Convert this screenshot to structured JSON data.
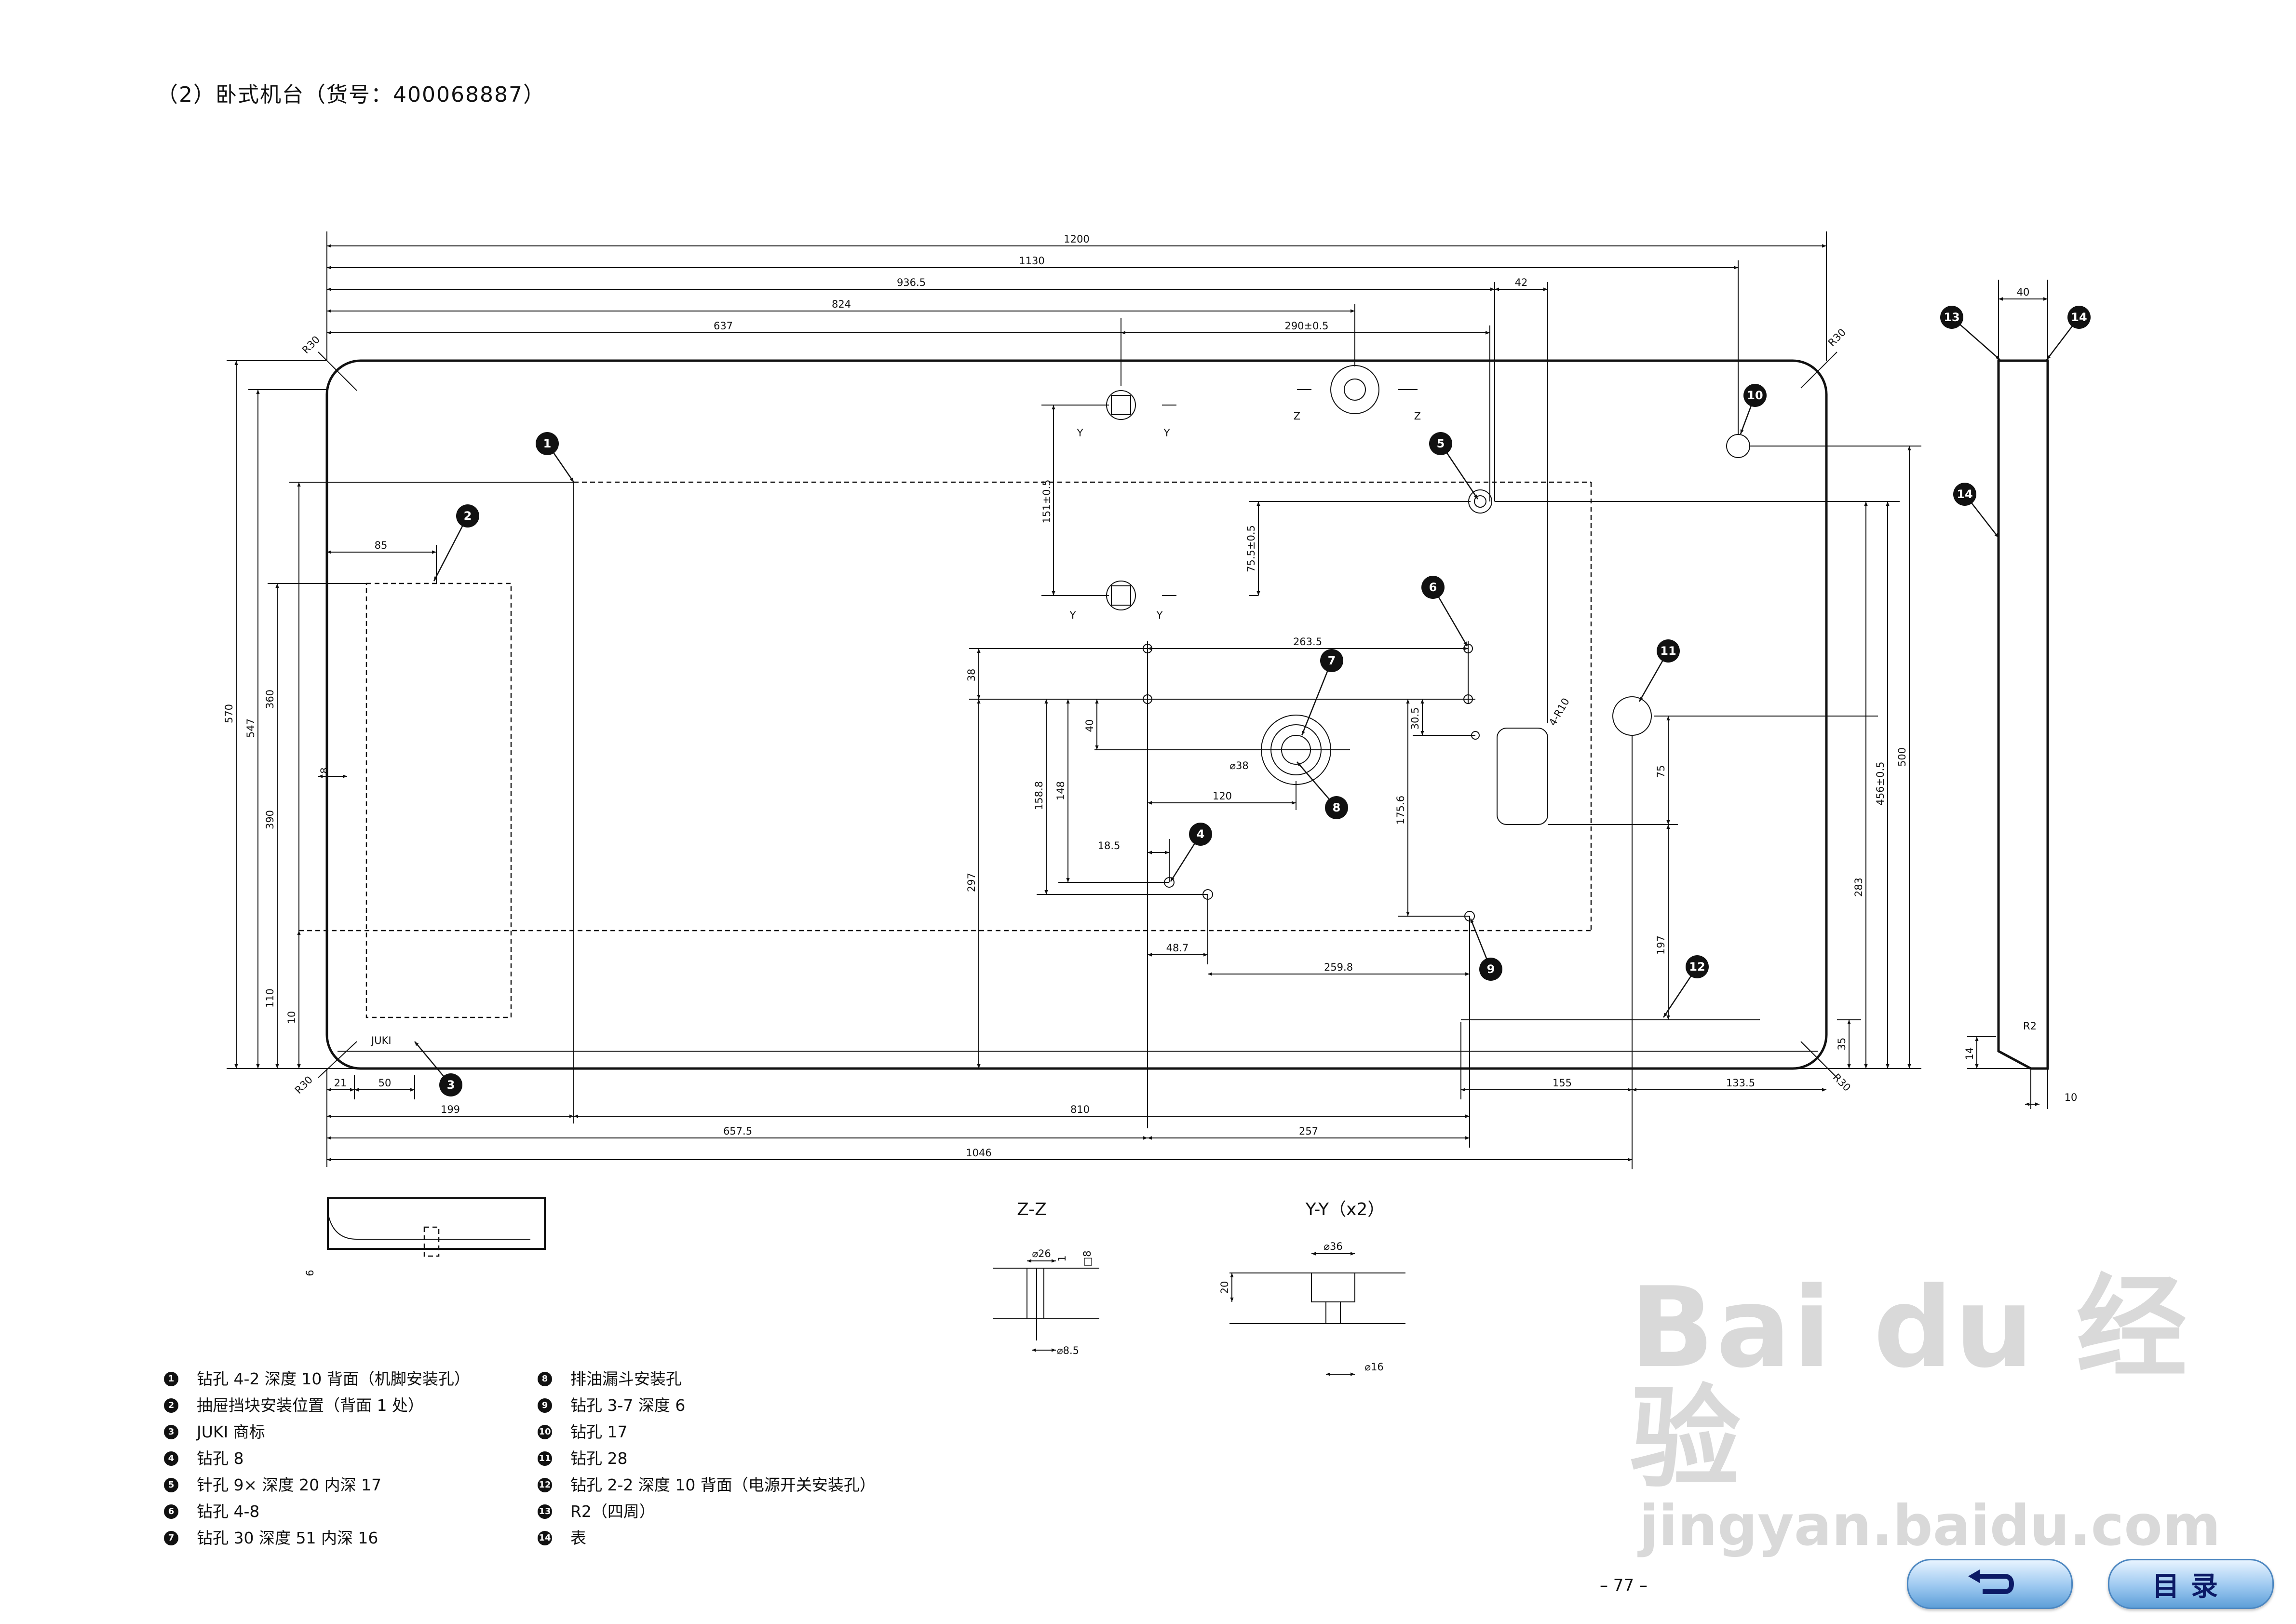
{
  "title": "（2）卧式机台（货号：400068887）",
  "dimensions": {
    "d1200": "1200",
    "d1130": "1130",
    "d936_5": "936.5",
    "d824": "824",
    "d637": "637",
    "d290": "290±0.5",
    "d42": "42",
    "d570": "570",
    "d547": "547",
    "d360": "360",
    "d390": "390",
    "d110": "110",
    "d10a": "10",
    "d85": "85",
    "d151": "151±0.5",
    "d75_5": "75.5±0.5",
    "d263_5": "263.5",
    "d38": "38",
    "d40v": "40",
    "d30_5": "30.5",
    "d158_8": "158.8",
    "d148": "148",
    "d297": "297",
    "d175_6": "175.6",
    "d18_5": "18.5",
    "d120": "120",
    "d48_7": "48.7",
    "d259_8": "259.8",
    "dia38": "⌀38",
    "r4": "4-R10",
    "d75": "75",
    "d197": "197",
    "d283": "283",
    "d456": "456±0.5",
    "d500": "500",
    "d35": "35",
    "d155": "155",
    "d133_5": "133.5",
    "d21": "21",
    "d50": "50",
    "d199": "199",
    "d810": "810",
    "d657_5": "657.5",
    "d257": "257",
    "d1046": "1046",
    "d40side": "40",
    "d14": "14",
    "r2": "R2",
    "d10side": "10",
    "d6": "6",
    "r30a": "R30",
    "r30b": "R30",
    "r30c": "R30",
    "r30d": "R30",
    "d_small": "8",
    "logo": "JUKI"
  },
  "section_marks": {
    "z": "Z",
    "y": "Y"
  },
  "sections": {
    "zz_title": "Z-Z",
    "zz_d26": "⌀26",
    "zz_d1": "1",
    "zz_d8": "□8",
    "zz_d85": "⌀8.5",
    "yy_title": "Y-Y（x2）",
    "yy_d36": "⌀36",
    "yy_d20": "20",
    "yy_d16": "⌀16"
  },
  "callouts": [
    "1",
    "2",
    "3",
    "4",
    "5",
    "6",
    "7",
    "8",
    "9",
    "10",
    "11",
    "12",
    "13",
    "14"
  ],
  "legend": [
    {
      "num": "1",
      "text": "钻孔 4-2 深度 10 背面（机脚安装孔）"
    },
    {
      "num": "2",
      "text": "抽屉挡块安装位置（背面 1 处）"
    },
    {
      "num": "3",
      "text": "JUKI 商标"
    },
    {
      "num": "4",
      "text": "钻孔 8"
    },
    {
      "num": "5",
      "text": "针孔 9× 深度 20 内深 17"
    },
    {
      "num": "6",
      "text": "钻孔 4-8"
    },
    {
      "num": "7",
      "text": "钻孔 30 深度 51 内深 16"
    },
    {
      "num": "8",
      "text": "排油漏斗安装孔"
    },
    {
      "num": "9",
      "text": "钻孔 3-7 深度 6"
    },
    {
      "num": "10",
      "text": "钻孔 17"
    },
    {
      "num": "11",
      "text": "钻孔 28"
    },
    {
      "num": "12",
      "text": "钻孔 2-2 深度 10 背面（电源开关安装孔）"
    },
    {
      "num": "13",
      "text": "R2（四周）"
    },
    {
      "num": "14",
      "text": "表"
    }
  ],
  "page_number": "– 77 –",
  "nav": {
    "back_icon": "return-arrow-icon",
    "toc_label": "目录"
  },
  "watermark": {
    "brand": "Bai du 经验",
    "url": "jingyan.baidu.com"
  }
}
